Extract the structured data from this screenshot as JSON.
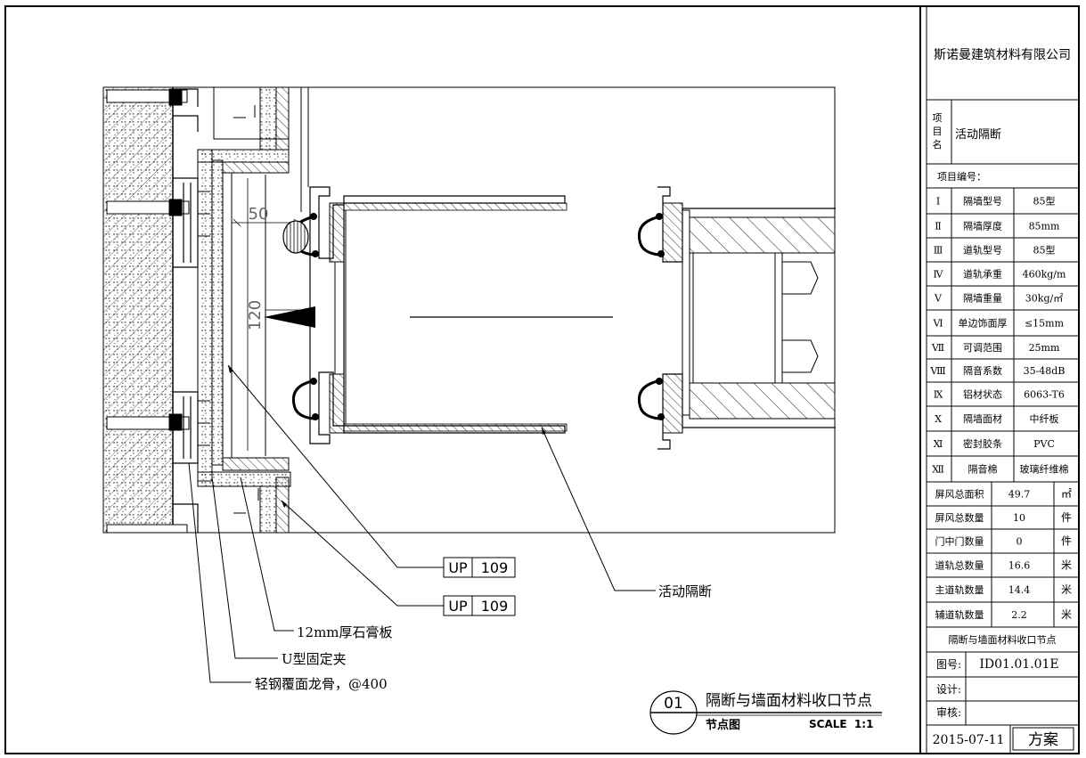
{
  "company": "斯诺曼建筑材料有限公司",
  "project": {
    "label": "项\n目\n名",
    "value": "活动隔断",
    "number_label": "项目编号："
  },
  "specs": [
    {
      "roman": "Ⅰ",
      "name": "隔墙型号",
      "value": "85型"
    },
    {
      "roman": "Ⅱ",
      "name": "隔墙厚度",
      "value": "85mm"
    },
    {
      "roman": "Ⅲ",
      "name": "道轨型号",
      "value": "85型"
    },
    {
      "roman": "Ⅳ",
      "name": "道轨承重",
      "value": "460kg/m"
    },
    {
      "roman": "Ⅴ",
      "name": "隔墙重量",
      "value": "30kg/㎡"
    },
    {
      "roman": "Ⅵ",
      "name": "单边饰面厚",
      "value": "≤15mm"
    },
    {
      "roman": "Ⅶ",
      "name": "可调范围",
      "value": "25mm"
    },
    {
      "roman": "Ⅷ",
      "name": "隔音系数",
      "value": "35-48dB"
    },
    {
      "roman": "Ⅸ",
      "name": "铝材状态",
      "value": "6063-T6"
    },
    {
      "roman": "Ⅹ",
      "name": "隔墙面材",
      "value": "中纤板"
    },
    {
      "roman": "Ⅺ",
      "name": "密封胶条",
      "value": "PVC"
    },
    {
      "roman": "Ⅻ",
      "name": "隔音棉",
      "value": "玻璃纤维棉"
    }
  ],
  "quantities": [
    {
      "name": "屏风总面积",
      "value": "49.7",
      "unit": "㎡"
    },
    {
      "name": "屏风总数量",
      "value": "10",
      "unit": "件"
    },
    {
      "name": "门中门数量",
      "value": "0",
      "unit": "件"
    },
    {
      "name": "道轨总数量",
      "value": "16.6",
      "unit": "米"
    },
    {
      "name": "主道轨数量",
      "value": "14.4",
      "unit": "米"
    },
    {
      "name": "辅道轨数量",
      "value": "2.2",
      "unit": "米"
    }
  ],
  "drawing_title": "隔断与墙面材料收口节点",
  "drawing_number_label": "图号:",
  "drawing_number": "ID01.01.01E",
  "design_label": "设计:",
  "review_label": "审核:",
  "date": "2015-07-11",
  "stage": "方案",
  "detail": {
    "number": "01",
    "title": "隔断与墙面材料收口节点",
    "subtitle": "节点图",
    "scale": "SCALE  1:1"
  },
  "dimensions": {
    "d1": "50",
    "d2": "120"
  },
  "callouts": [
    {
      "prefix": "UP",
      "code": "109"
    },
    {
      "prefix": "UP",
      "code": "109"
    }
  ],
  "labels": {
    "gypsum": "12mm厚石膏板",
    "clip": "U型固定夹",
    "keel": "轻钢覆面龙骨，@400",
    "partition": "活动隔断"
  }
}
